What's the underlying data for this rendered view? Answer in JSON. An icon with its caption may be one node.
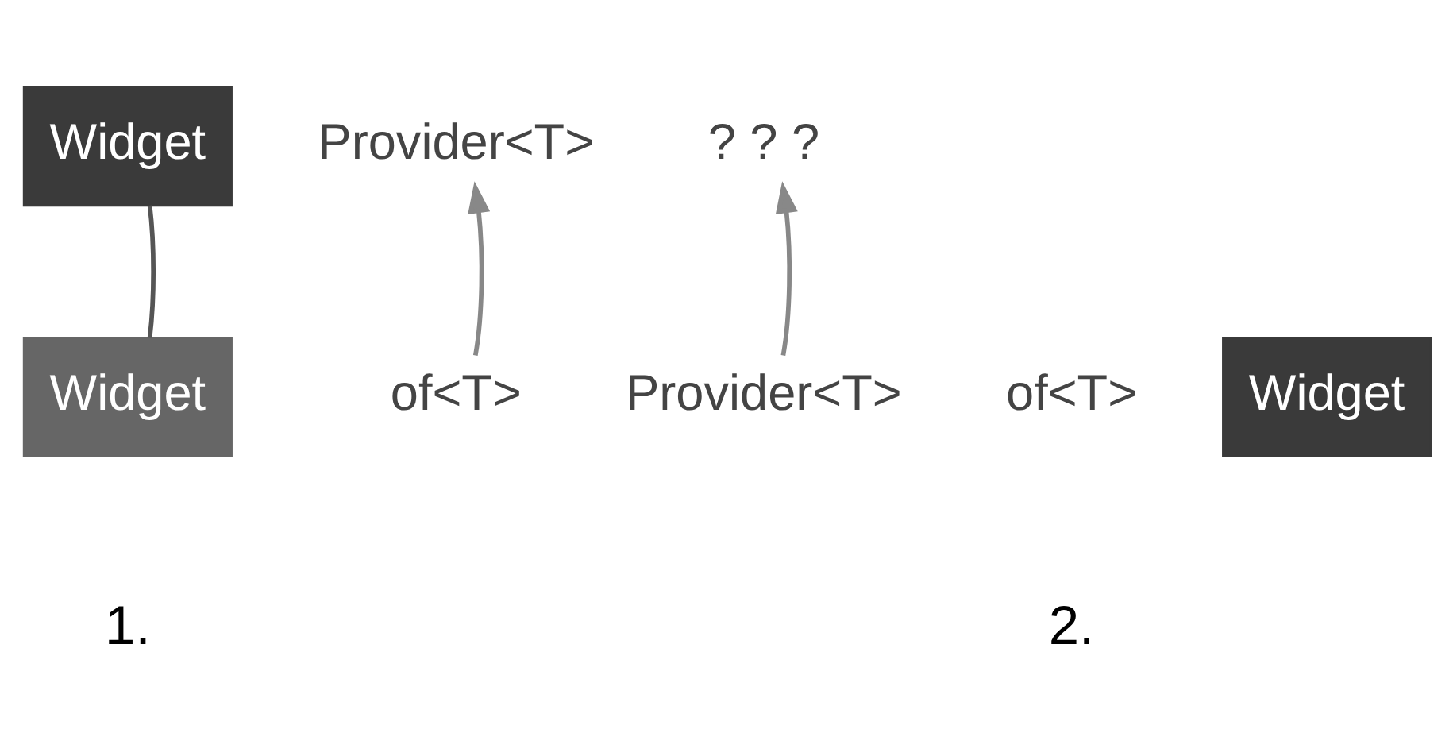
{
  "diagram": {
    "nodes": [
      {
        "text": [
          "Widget"
        ]
      },
      {
        "text": [
          "Provider<T>"
        ]
      },
      {
        "text": [
          "Widget"
        ]
      },
      {
        "text": [
          "of<T>"
        ]
      },
      {
        "text": [
          "? ? ?"
        ]
      },
      {
        "text": [
          "Widget"
        ]
      },
      {
        "text": [
          "Provider<T>"
        ]
      },
      {
        "text": [
          "of<T>"
        ]
      }
    ],
    "edges": [
      {
        "from": 0,
        "to": 2,
        "arrow": "none",
        "color": "#555555"
      },
      {
        "from": 3,
        "to": 1,
        "arrow": "to"
      },
      {
        "from": 6,
        "to": 4,
        "arrow": "to"
      }
    ],
    "labels": [
      "1.",
      "2."
    ]
  }
}
